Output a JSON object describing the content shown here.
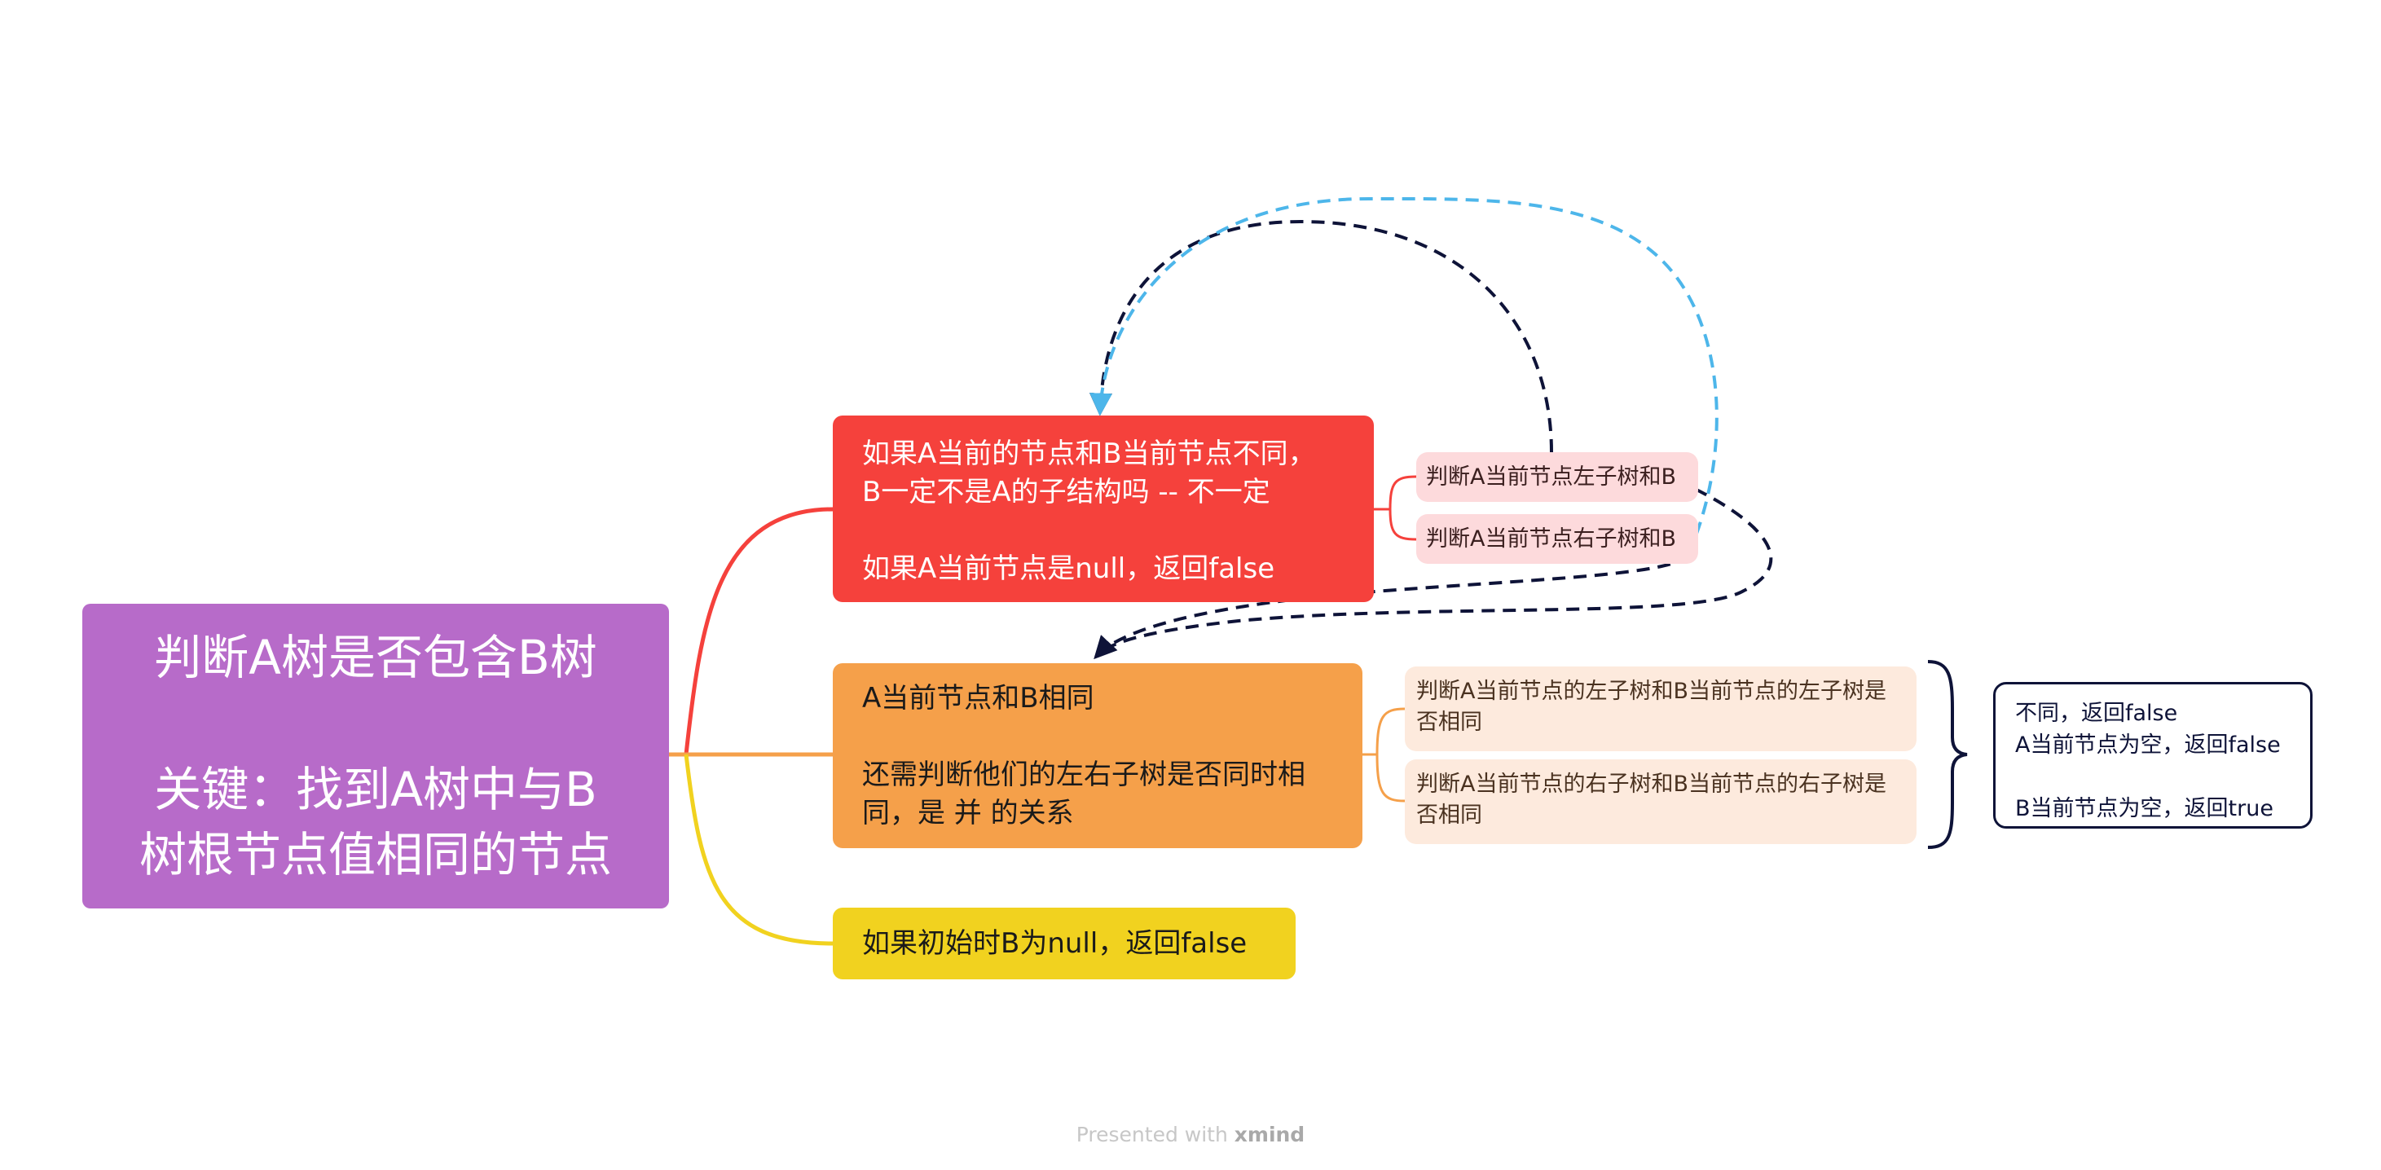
{
  "root": {
    "line1": "判断A树是否包含B树",
    "line2": "关键：找到A树中与B",
    "line3": "树根节点值相同的节点"
  },
  "branches": {
    "red": {
      "text": "如果A当前的节点和B当前节点不同，\nB一定不是A的子结构吗 -- 不一定\n\n如果A当前节点是null，返回false",
      "color": "#f5413c",
      "children": [
        "判断A当前节点左子树和B",
        "判断A当前节点右子树和B"
      ]
    },
    "orange": {
      "text": "A当前节点和B相同\n\n还需判断他们的左右子树是否同时相\n同，是  并  的关系",
      "color": "#f5a04a",
      "children": [
        "判断A当前节点的左子树和B当前节点的左子树是否相同",
        "判断A当前节点的右子树和B当前节点的右子树是否相同"
      ],
      "summary": "不同，返回false\nA当前节点为空，返回false\n\nB当前节点为空，返回true"
    },
    "yellow": {
      "text": "如果初始时B为null，返回false",
      "color": "#f1d21f"
    }
  },
  "relationships": [
    {
      "from": "判断A当前节点左子树和B",
      "to": "如果A当前的节点和B当前节点不同",
      "color": "#0e1338",
      "style": "dashed"
    },
    {
      "from": "判断A当前节点右子树和B",
      "to": "如果A当前的节点和B当前节点不同",
      "color": "#4db6ea",
      "style": "dashed"
    },
    {
      "from": "判断A当前节点左子树和B",
      "to": "A当前节点和B相同",
      "color": "#0e1338",
      "style": "dashed"
    },
    {
      "from": "判断A当前节点右子树和B",
      "to": "A当前节点和B相同",
      "color": "#0e1338",
      "style": "dashed"
    }
  ],
  "watermark": {
    "prefix": "Presented with ",
    "brand": "xmind"
  }
}
